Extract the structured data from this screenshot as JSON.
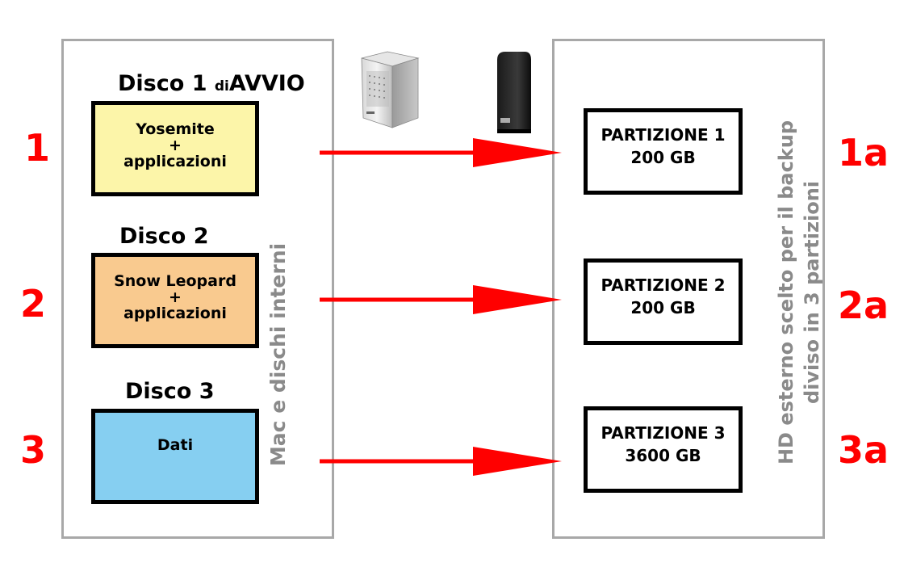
{
  "left_panel": {
    "vertical_label": "Mac e dischi interni",
    "disks": [
      {
        "title_main": "Disco 1",
        "title_small": "di",
        "title_suffix": "AVVIO",
        "line1": "Yosemite",
        "line2": "+",
        "line3": "applicazioni",
        "color": "#fcf5a9"
      },
      {
        "title_main": "Disco 2",
        "line1": "Snow Leopard",
        "line2": "+",
        "line3": "applicazioni",
        "color": "#f9ca8f"
      },
      {
        "title_main": "Disco 3",
        "line1": "Dati",
        "color": "#86cff1"
      }
    ]
  },
  "right_panel": {
    "vertical_label_line1": "HD esterno scelto per il backup",
    "vertical_label_line2": "diviso in 3 partizioni",
    "partitions": [
      {
        "name": "PARTIZIONE 1",
        "size": "200 GB"
      },
      {
        "name": "PARTIZIONE 2",
        "size": "200 GB"
      },
      {
        "name": "PARTIZIONE 3",
        "size": "3600 GB"
      }
    ]
  },
  "left_numbers": [
    "1",
    "2",
    "3"
  ],
  "right_numbers": [
    "1a",
    "2a",
    "3a"
  ],
  "icons": [
    "mac-pro-tower-icon",
    "external-hard-drive-icon"
  ],
  "colors": {
    "arrow": "#ff0000",
    "numbers": "#ff0000",
    "frame": "#a8a8a8",
    "vertical_text": "#8a8a8a"
  }
}
